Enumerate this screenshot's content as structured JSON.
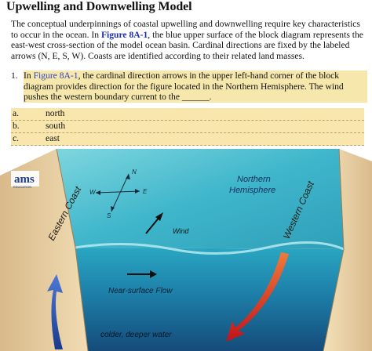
{
  "title": "Upwelling and Downwelling Model",
  "intro": {
    "before": "The conceptual underpinnings of coastal upwelling and downwelling require key characteristics to occur in the ocean. In ",
    "link": "Figure 8A-1",
    "after": ", the blue upper surface of the block diagram represents the east-west cross-section of the model ocean basin. Cardinal directions are fixed by the labeled arrows (N, E, S, W). Coasts are identified according to their related land masses."
  },
  "question": {
    "number": "1.",
    "before": "In ",
    "link": "Figure 8A-1",
    "after": ", the cardinal direction arrows in the upper left-hand corner of the block diagram provides direction for the figure located in the Northern Hemisphere. The wind pushes the western boundary current to the ______."
  },
  "options": [
    {
      "letter": "a.",
      "text": "north"
    },
    {
      "letter": "b.",
      "text": "south"
    },
    {
      "letter": "c.",
      "text": "east"
    }
  ],
  "diagram": {
    "logo": "ams",
    "logo_sub": "EDUCATION",
    "eastern_coast": "Eastern Coast",
    "western_coast": "Western Coast",
    "hemisphere_line1": "Northern",
    "hemisphere_line2": "Hemisphere",
    "compass": {
      "n": "N",
      "e": "E",
      "s": "S",
      "w": "W"
    },
    "wind": "Wind",
    "flow": "Near-surface Flow",
    "deep": "colder, deeper water"
  },
  "colors": {
    "link": "#1f2fae",
    "highlight": "#f6e7ad",
    "water_surface": "#3fb6cb",
    "water_deep": "#1a5c8a",
    "coast": "#e9cfa2"
  }
}
